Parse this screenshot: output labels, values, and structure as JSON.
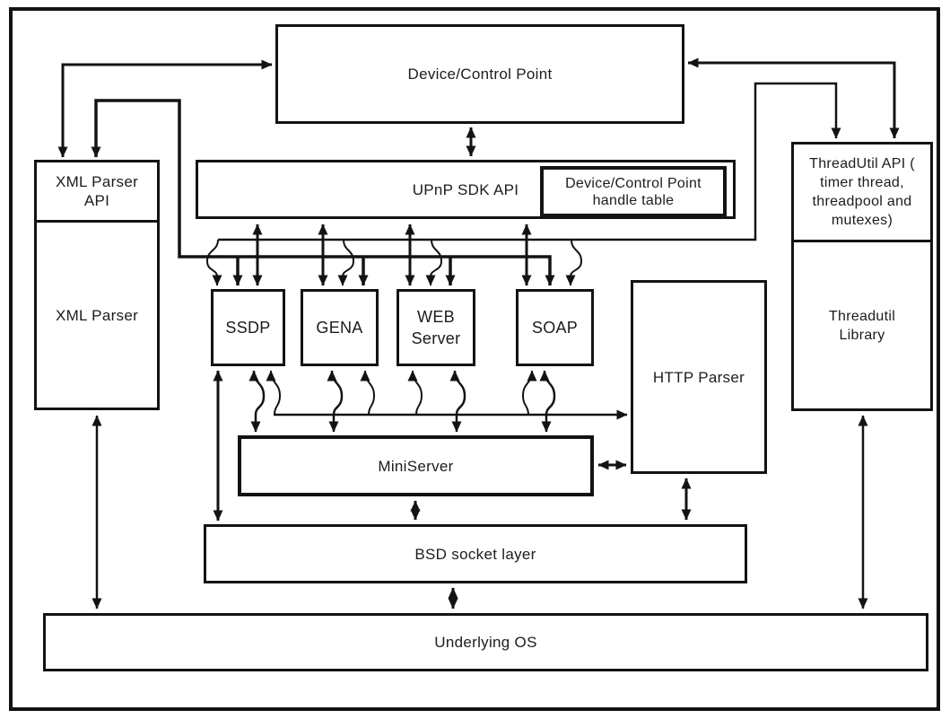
{
  "diagram": {
    "nodes": {
      "device_control_point": {
        "label": "Device/Control Point"
      },
      "upnp_sdk_api": {
        "label": "UPnP SDK API"
      },
      "handle_table": {
        "lines": [
          "Device/Control Point",
          "handle table"
        ]
      },
      "xml_parser_api": {
        "lines": [
          "XML Parser",
          "API"
        ]
      },
      "xml_parser": {
        "label": "XML Parser"
      },
      "threadutil_api": {
        "lines": [
          "ThreadUtil API (",
          "timer thread,",
          "threadpool and",
          "mutexes)"
        ]
      },
      "threadutil_library": {
        "lines": [
          "Threadutil",
          "Library"
        ]
      },
      "ssdp": {
        "label": "SSDP"
      },
      "gena": {
        "label": "GENA"
      },
      "web_server": {
        "lines": [
          "WEB",
          "Server"
        ]
      },
      "soap": {
        "label": "SOAP"
      },
      "http_parser": {
        "label": "HTTP Parser"
      },
      "miniserver": {
        "label": "MiniServer"
      },
      "bsd_socket_layer": {
        "label": "BSD socket layer"
      },
      "underlying_os": {
        "label": "Underlying OS"
      }
    },
    "line_color": "#131313",
    "background": "#ffffff"
  }
}
